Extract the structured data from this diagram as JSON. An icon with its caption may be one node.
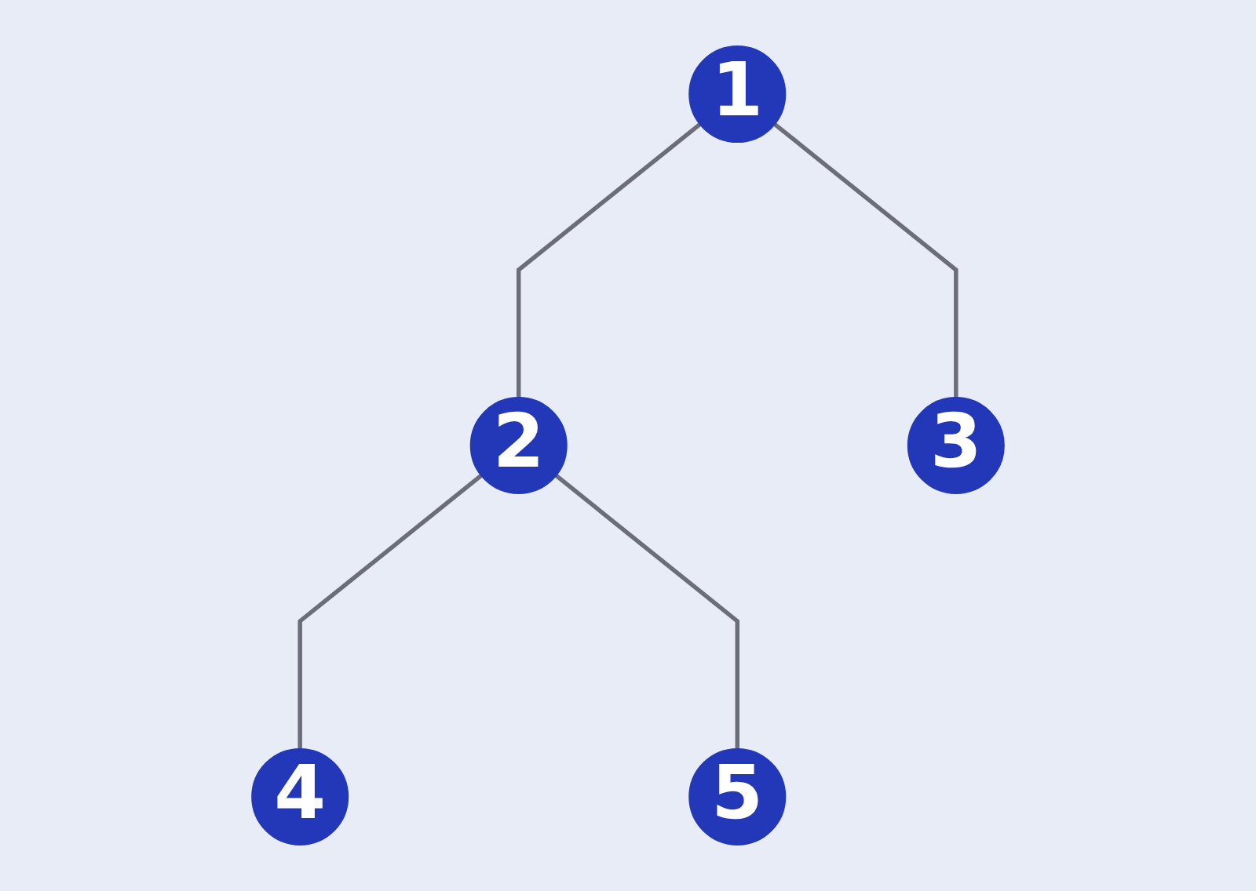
{
  "diagram": {
    "nodes": [
      {
        "text": [
          "1"
        ]
      },
      {
        "text": [
          "2"
        ]
      },
      {
        "text": [
          "3"
        ]
      },
      {
        "text": [
          "4"
        ]
      },
      {
        "text": [
          "5"
        ]
      }
    ],
    "edges": [
      {
        "from": 0,
        "to": 1,
        "arrow": "none"
      },
      {
        "from": 0,
        "to": 2,
        "arrow": "none"
      },
      {
        "from": 1,
        "to": 3,
        "arrow": "none"
      },
      {
        "from": 1,
        "to": 4,
        "arrow": "none"
      }
    ]
  }
}
